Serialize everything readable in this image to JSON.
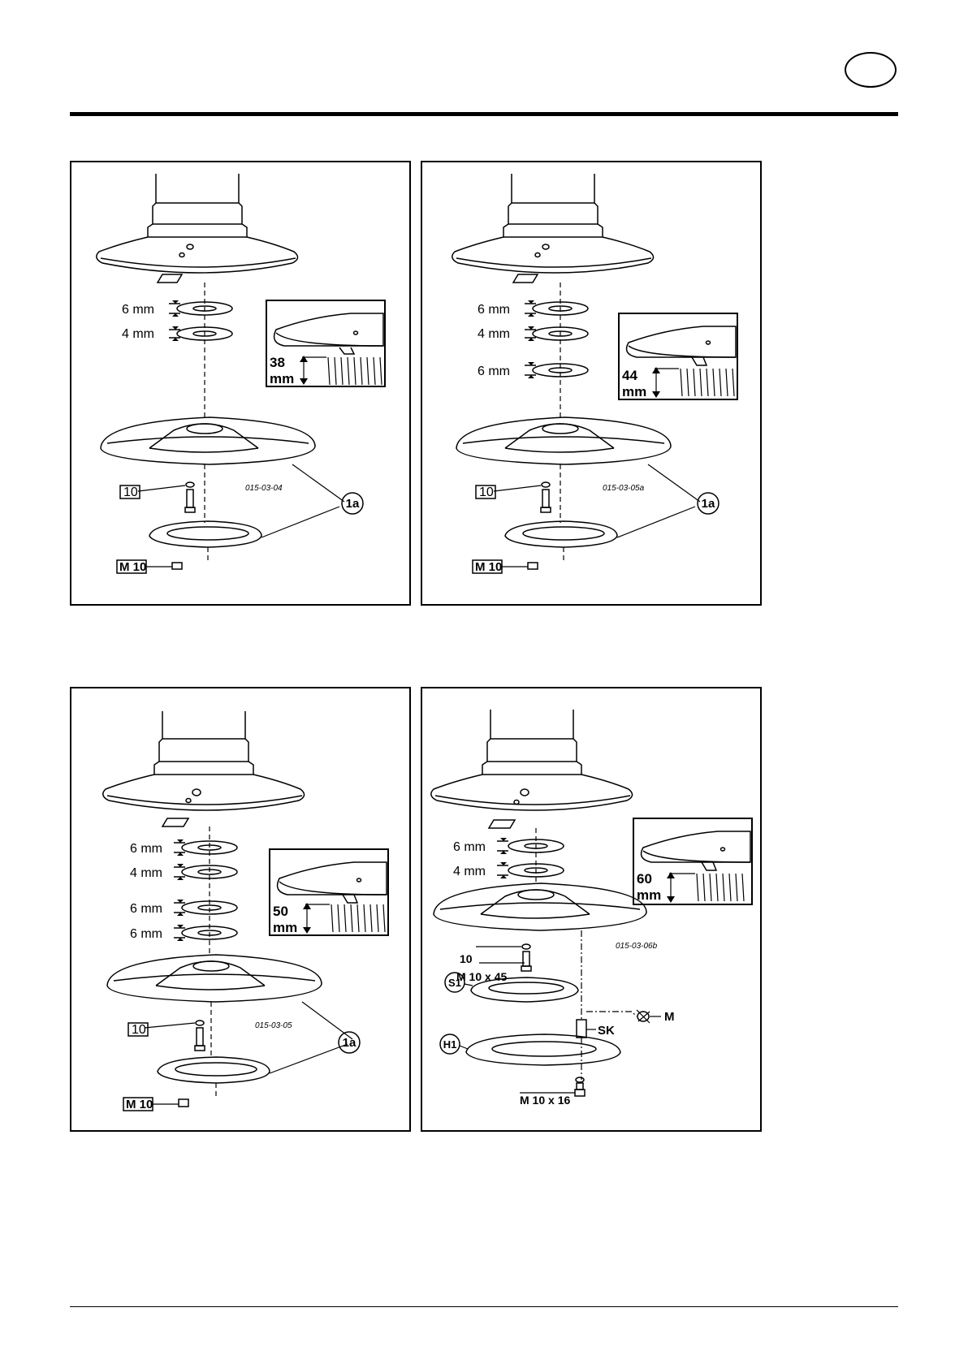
{
  "panels": [
    {
      "shims": [
        "6 mm",
        "4 mm"
      ],
      "inset_value": "38",
      "inset_unit": "mm",
      "washer_label": "10",
      "nut_label": "M 10",
      "part_label": "1a",
      "figure_code": "015-03-04"
    },
    {
      "shims": [
        "6 mm",
        "4 mm",
        "6 mm"
      ],
      "inset_value": "44",
      "inset_unit": "mm",
      "washer_label": "10",
      "nut_label": "M 10",
      "part_label": "1a",
      "figure_code": "015-03-05a"
    },
    {
      "shims": [
        "6 mm",
        "4 mm",
        "6 mm",
        "6 mm"
      ],
      "inset_value": "50",
      "inset_unit": "mm",
      "washer_label": "10",
      "nut_label": "M 10",
      "part_label": "1a",
      "figure_code": "015-03-05"
    },
    {
      "shims": [
        "6 mm",
        "4 mm"
      ],
      "inset_value": "60",
      "inset_unit": "mm",
      "washer_label": "10",
      "bolt_top_label": "M 10 x 45",
      "bolt_bottom_label": "M 10 x 16",
      "ring_label": "S1",
      "guard_label": "H1",
      "spacer_label": "SK",
      "nut_label": "M",
      "figure_code": "015-03-06b"
    }
  ]
}
